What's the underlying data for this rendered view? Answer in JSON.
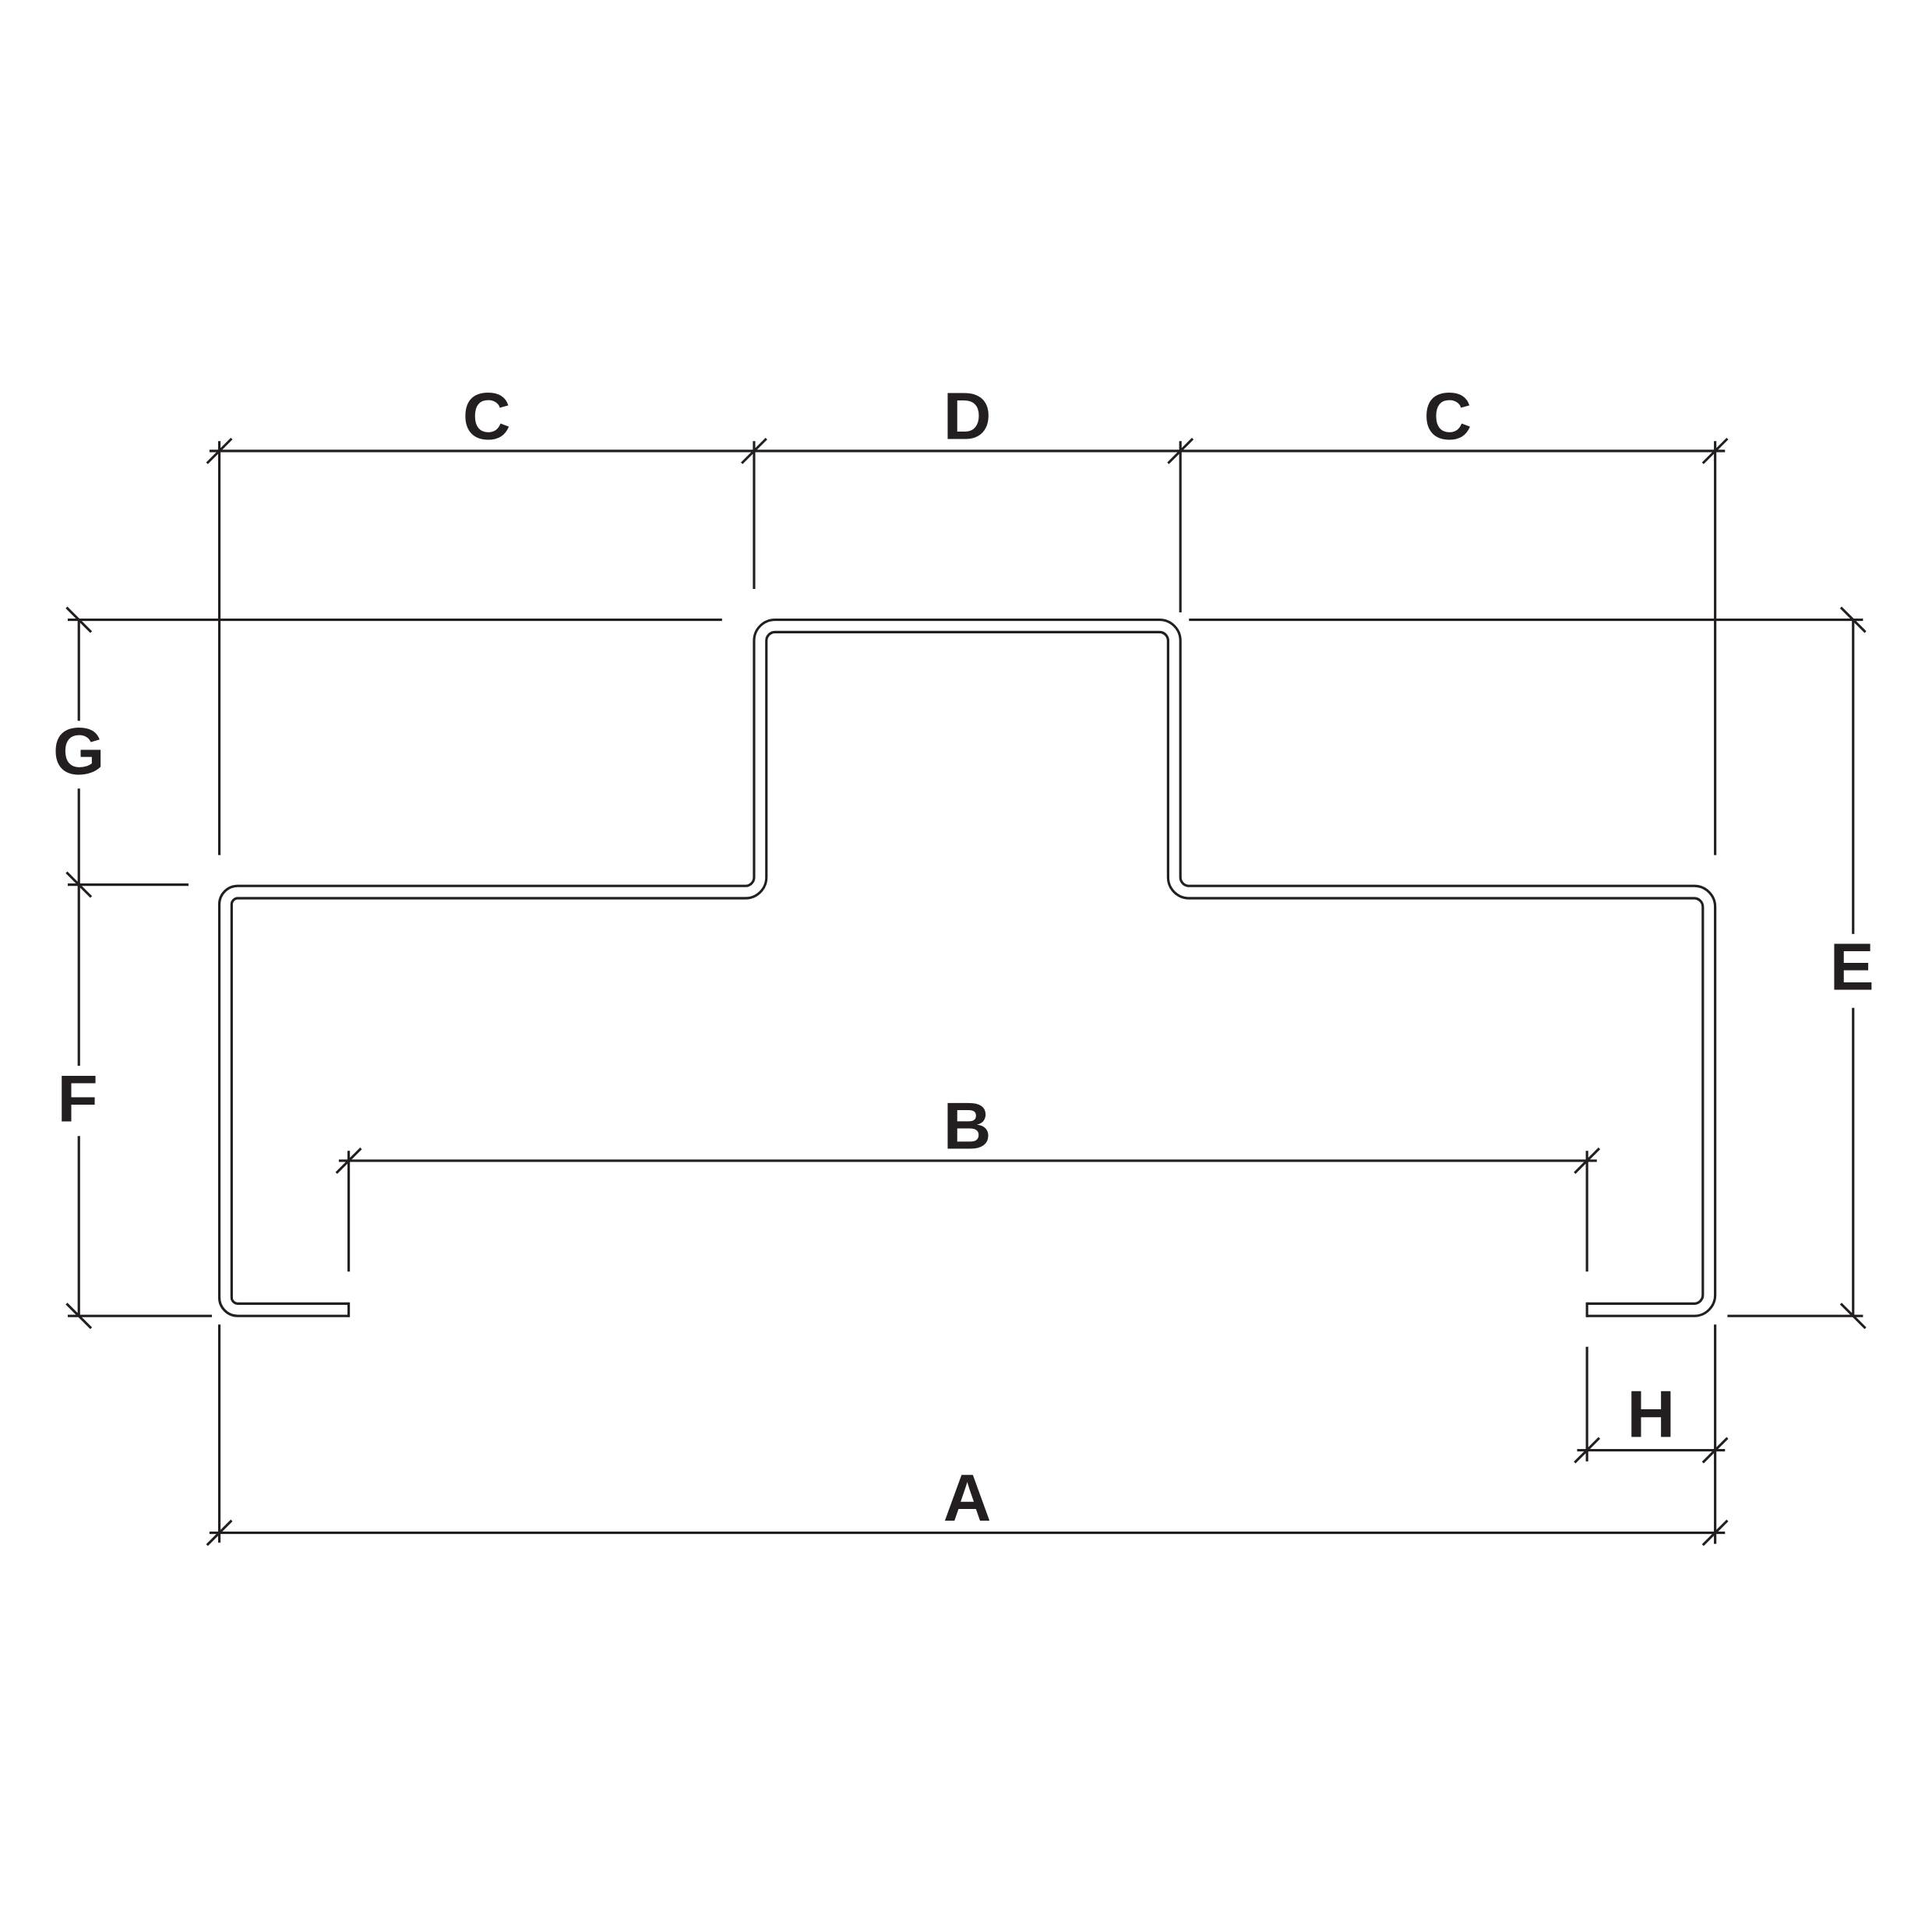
{
  "drawing": {
    "labels": {
      "c_left": "C",
      "d": "D",
      "c_right": "C",
      "g": "G",
      "f": "F",
      "e": "E",
      "b": "B",
      "h": "H",
      "a": "A"
    },
    "line_color": "#231f20",
    "background": "#ffffff"
  }
}
